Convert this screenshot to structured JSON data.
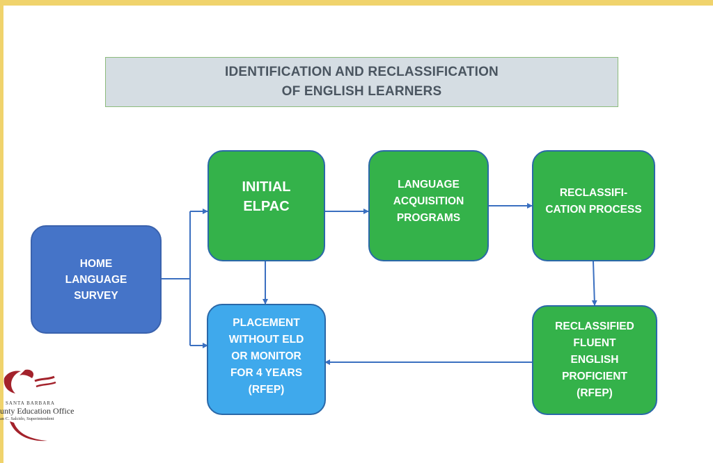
{
  "title": {
    "line1": "IDENTIFICATION AND RECLASSIFICATION",
    "line2": "OF ENGLISH LEARNERS"
  },
  "nodes": {
    "home": [
      "HOME",
      "LANGUAGE",
      "SURVEY"
    ],
    "elpac": [
      "INITIAL",
      "ELPAC"
    ],
    "lap": [
      "LANGUAGE",
      "ACQUISITION",
      "PROGRAMS"
    ],
    "reclass": [
      "RECLASSIFI-",
      "CATION PROCESS"
    ],
    "placement": [
      "PLACEMENT",
      "WITHOUT ELD",
      "OR MONITOR",
      "FOR 4 YEARS",
      "(RFEP)"
    ],
    "rfep": [
      "RECLASSIFIED",
      "FLUENT",
      "ENGLISH",
      "PROFICIENT",
      "(RFEP)"
    ]
  },
  "logo": {
    "line1": "SANTA BARBARA",
    "line2": "unty Education Office",
    "line3": "an C. Salcido, Superintendent"
  },
  "colors": {
    "green": "#34b24a",
    "blue_dark": "#4574c8",
    "blue_light": "#3fa9ec",
    "arrow": "#3a6fc0",
    "frame": "#f0d36c"
  }
}
